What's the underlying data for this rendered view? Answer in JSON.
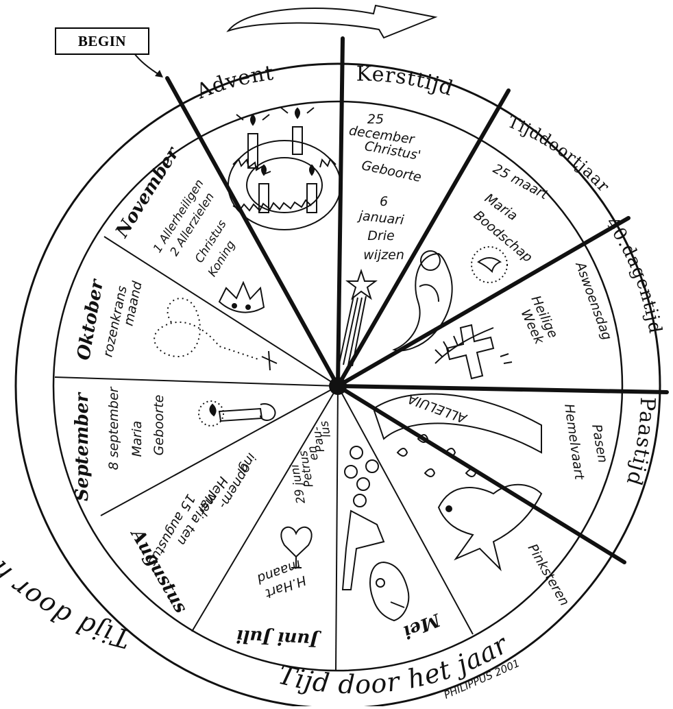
{
  "begin_label": "BEGIN",
  "outer_ring": {
    "upper": "Tijd door het jaar",
    "lower": "Tijd door het jaar"
  },
  "seasons": {
    "advent": "Advent",
    "kersttijd": "Kersttijd",
    "tijd_door_t_jaar": "Tijddoortjaar",
    "veertigdagentijd": "40.dagentijd",
    "paastijd": "Paastijd"
  },
  "months": {
    "november": "November",
    "oktober": "Oktober",
    "september": "September",
    "augustus": "Augustus",
    "juni_juli": "Juni Juli",
    "mei": "Mei"
  },
  "notes": {
    "kerst": [
      "25",
      "december",
      "Christus'",
      "Geboorte",
      "6",
      "januari",
      "Drie",
      "wijzen"
    ],
    "tijd_door_t_jaar": [
      "25 maart",
      "Maria",
      "Boodschap"
    ],
    "veertigdagentijd": [
      "Aswoensdag",
      "Heilige",
      "Week"
    ],
    "paastijd": [
      "Pasen",
      "Hemelvaart",
      "Pinksteren"
    ],
    "alleluia": "ALLELUIA",
    "november": [
      "1 Allerheiligen",
      "2 Allerzielen",
      "Christus",
      "Koning"
    ],
    "oktober": [
      "rozenkrans",
      "maand"
    ],
    "september": [
      "8 september",
      "Maria",
      "Geboorte"
    ],
    "augustus": [
      "15 augustus",
      "Maria ten",
      "Hemel",
      "opnem-",
      "ing"
    ],
    "juni_juli_a": [
      "H.Hart",
      "maand"
    ],
    "juni_juli_b": [
      "29 juni",
      "Petrus",
      "en",
      "Pau-",
      "lus"
    ]
  },
  "signature": "PHILIPPUS 2001",
  "icons": [
    "advent-wreath-icon",
    "star-icon",
    "madonna-icon",
    "dove-icon",
    "cross-icon",
    "alleluia-banner-icon",
    "pentecost-dove-icon",
    "crown-icon",
    "rosary-icon",
    "candle-icon",
    "sacred-heart-icon",
    "keys-icon",
    "flowers-icon",
    "mary-statue-icon",
    "curved-arrow-icon"
  ]
}
